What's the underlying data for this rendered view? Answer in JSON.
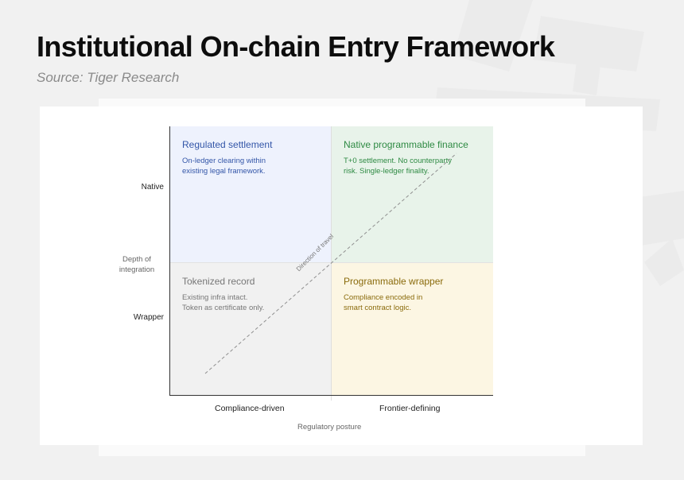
{
  "header": {
    "title": "Institutional On-chain Entry Framework",
    "source": "Source: Tiger Research"
  },
  "diagram": {
    "y_axis": {
      "title": "Depth of\nintegration",
      "ticks": [
        "Native",
        "Wrapper"
      ]
    },
    "x_axis": {
      "title": "Regulatory posture",
      "ticks": [
        "Compliance-driven",
        "Frontier-defining"
      ]
    },
    "arrow_label": "Direction of travel",
    "quadrants": {
      "top_left": {
        "title": "Regulated settlement",
        "desc": "On-ledger clearing within\nexisting legal framework.",
        "color": "#3356a8",
        "bg": "#eef2fd"
      },
      "top_right": {
        "title": "Native programmable finance",
        "desc": "T+0 settlement. No counterparty\nrisk. Single-ledger finality.",
        "color": "#2e8a43",
        "bg": "#e8f3ea"
      },
      "bottom_left": {
        "title": "Tokenized record",
        "desc": "Existing infra intact.\nToken as certificate only.",
        "color": "#777777",
        "bg": "#f1f1f1"
      },
      "bottom_right": {
        "title": "Programmable wrapper",
        "desc": "Compliance encoded in\nsmart contract logic.",
        "color": "#8a6b0c",
        "bg": "#fcf6e3"
      }
    }
  }
}
